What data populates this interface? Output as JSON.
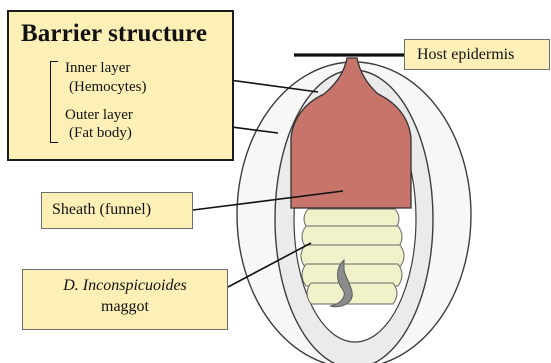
{
  "barrier": {
    "title": "Barrier structure",
    "inner_layer": "Inner layer",
    "inner_detail": "(Hemocytes)",
    "outer_layer": "Outer layer",
    "outer_detail": "(Fat body)"
  },
  "labels": {
    "host_epidermis": "Host epidermis",
    "sheath": "Sheath (funnel)",
    "maggot_species": "D. Inconspicuoides",
    "maggot_word": "maggot"
  },
  "colors": {
    "label_fill": "#fdf0b6",
    "outer_shell": "#f7f7f7",
    "inner_layer": "#ebebeb",
    "cavity": "#ffffff",
    "sheath": "#c7756a",
    "maggot_body": "#f1f2c9",
    "maggot_tail": "#8b8b8b"
  }
}
